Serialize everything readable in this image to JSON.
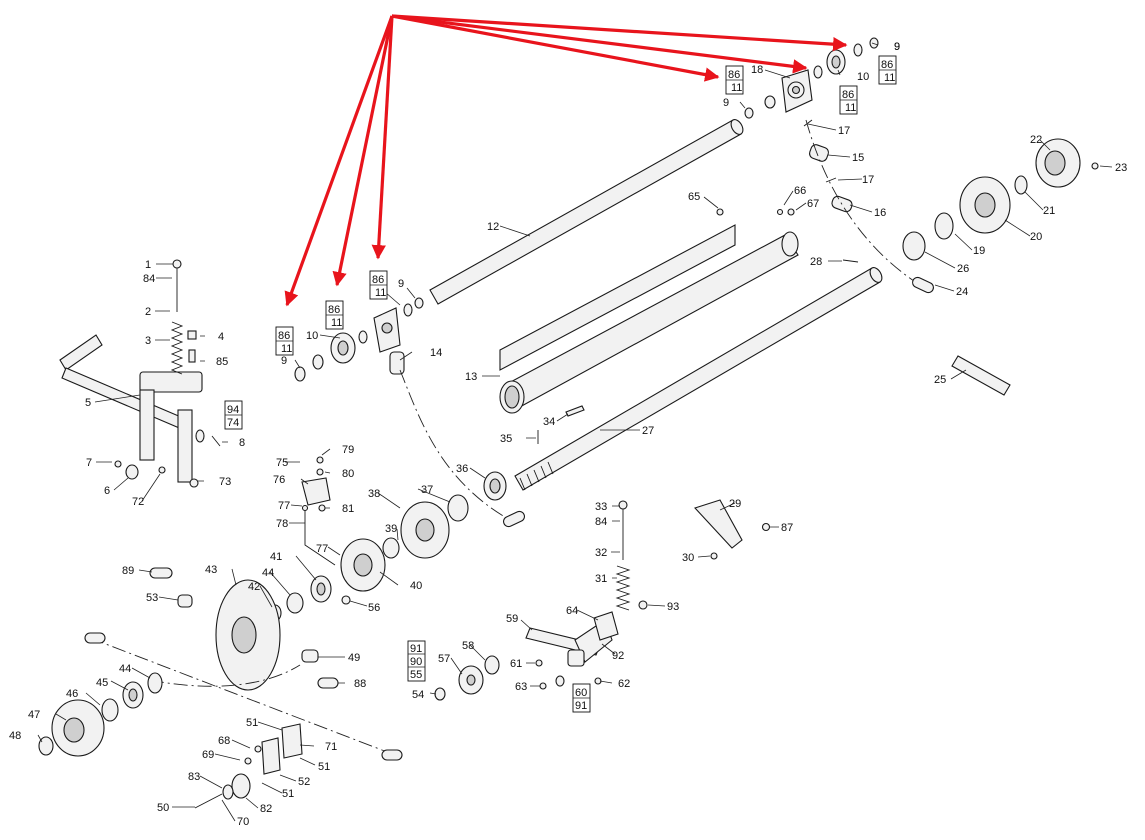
{
  "diagram": {
    "callouts": [
      "1",
      "84",
      "2",
      "3",
      "4",
      "85",
      "5",
      "94",
      "74",
      "8",
      "7",
      "6",
      "72",
      "73",
      "75",
      "79",
      "80",
      "76",
      "77",
      "81",
      "78",
      "77",
      "38",
      "37",
      "36",
      "35",
      "34",
      "27",
      "12",
      "13",
      "14",
      "9",
      "86",
      "11",
      "10",
      "86",
      "11",
      "9",
      "86",
      "11",
      "9",
      "18",
      "86",
      "11",
      "9",
      "86",
      "11",
      "10",
      "9",
      "86",
      "11",
      "17",
      "15",
      "17",
      "16",
      "65",
      "66",
      "67",
      "22",
      "23",
      "21",
      "20",
      "19",
      "26",
      "24",
      "28",
      "25",
      "39",
      "40",
      "41",
      "44",
      "42",
      "43",
      "56",
      "89",
      "53",
      "49",
      "88",
      "44",
      "45",
      "46",
      "47",
      "48",
      "51",
      "68",
      "69",
      "71",
      "52",
      "51",
      "51",
      "83",
      "82",
      "50",
      "70",
      "33",
      "84",
      "32",
      "31",
      "93",
      "29",
      "87",
      "30",
      "59",
      "64",
      "92",
      "58",
      "57",
      "61",
      "62",
      "63",
      "60",
      "91",
      "91",
      "90",
      "55",
      "54"
    ],
    "arrow_color": "#e8141c"
  }
}
